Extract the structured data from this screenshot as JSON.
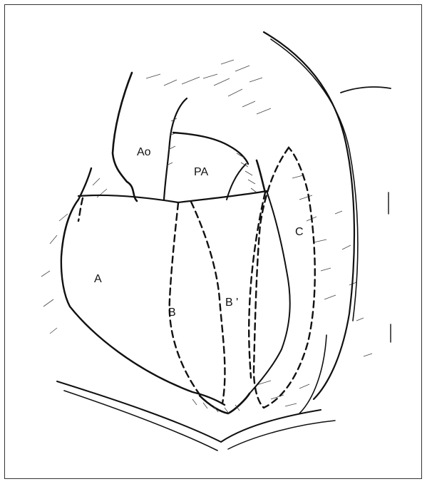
{
  "figure": {
    "labels": {
      "aorta": "Ao",
      "pulmonary_artery": "PA",
      "region_a": "A",
      "region_b": "B",
      "region_b_prime": "B '",
      "region_c": "C"
    }
  }
}
